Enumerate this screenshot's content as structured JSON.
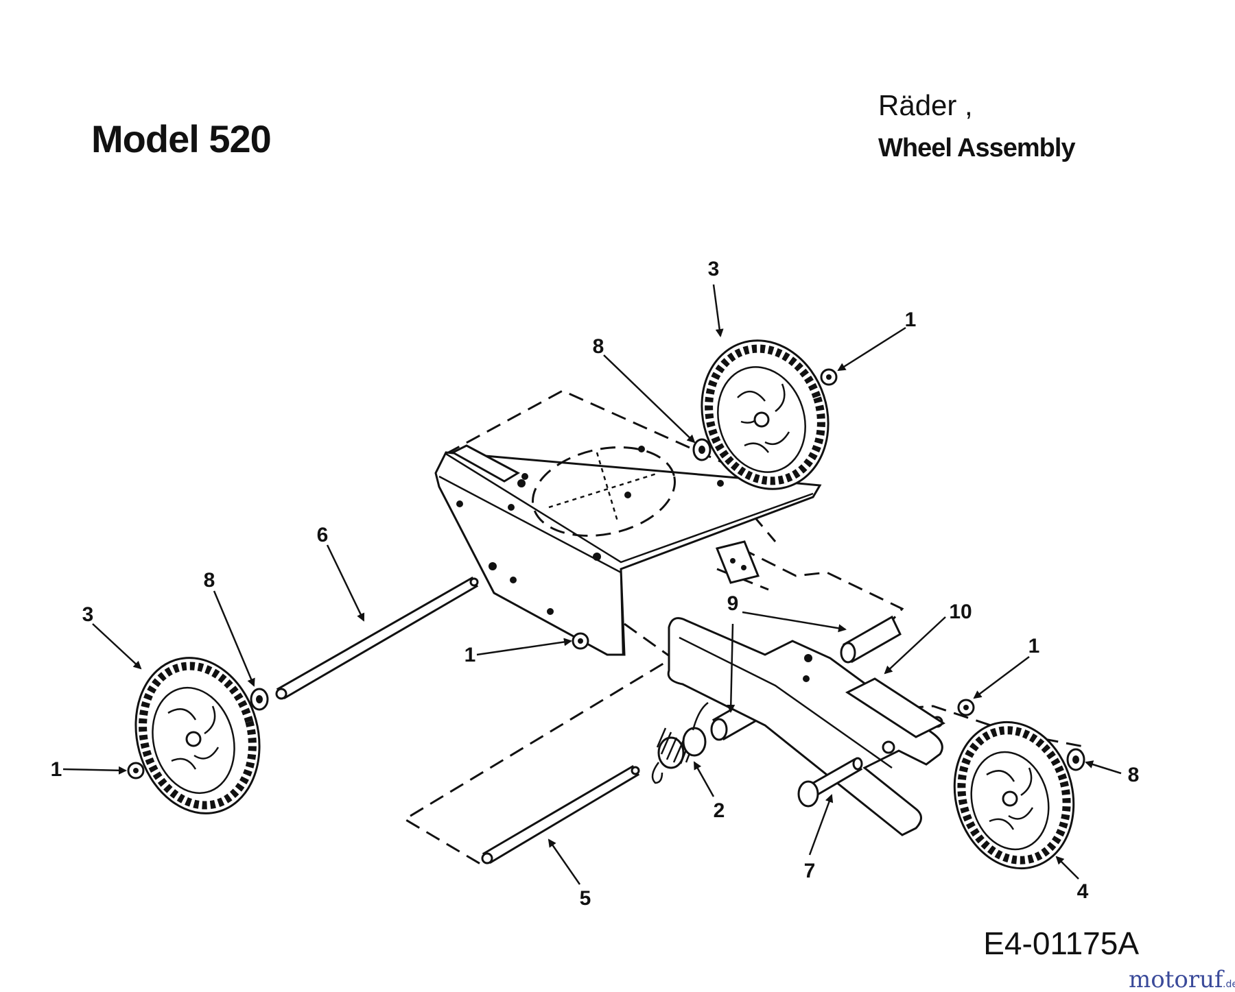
{
  "header": {
    "model": "Model 520",
    "title_de": "Räder ,",
    "title_en": "Wheel Assembly"
  },
  "drawing_number": "E4-01175A",
  "watermark": {
    "main": "motoruf",
    "suffix": ".de"
  },
  "callouts": [
    {
      "id": "c-3-top",
      "label": "3"
    },
    {
      "id": "c-1-top",
      "label": "1"
    },
    {
      "id": "c-8-top",
      "label": "8"
    },
    {
      "id": "c-6",
      "label": "6"
    },
    {
      "id": "c-8-left",
      "label": "8"
    },
    {
      "id": "c-3-left",
      "label": "3"
    },
    {
      "id": "c-1-mid",
      "label": "1"
    },
    {
      "id": "c-1-left",
      "label": "1"
    },
    {
      "id": "c-9",
      "label": "9"
    },
    {
      "id": "c-10",
      "label": "10"
    },
    {
      "id": "c-1-right",
      "label": "1"
    },
    {
      "id": "c-8-right",
      "label": "8"
    },
    {
      "id": "c-2",
      "label": "2"
    },
    {
      "id": "c-7",
      "label": "7"
    },
    {
      "id": "c-5",
      "label": "5"
    },
    {
      "id": "c-4",
      "label": "4"
    }
  ]
}
